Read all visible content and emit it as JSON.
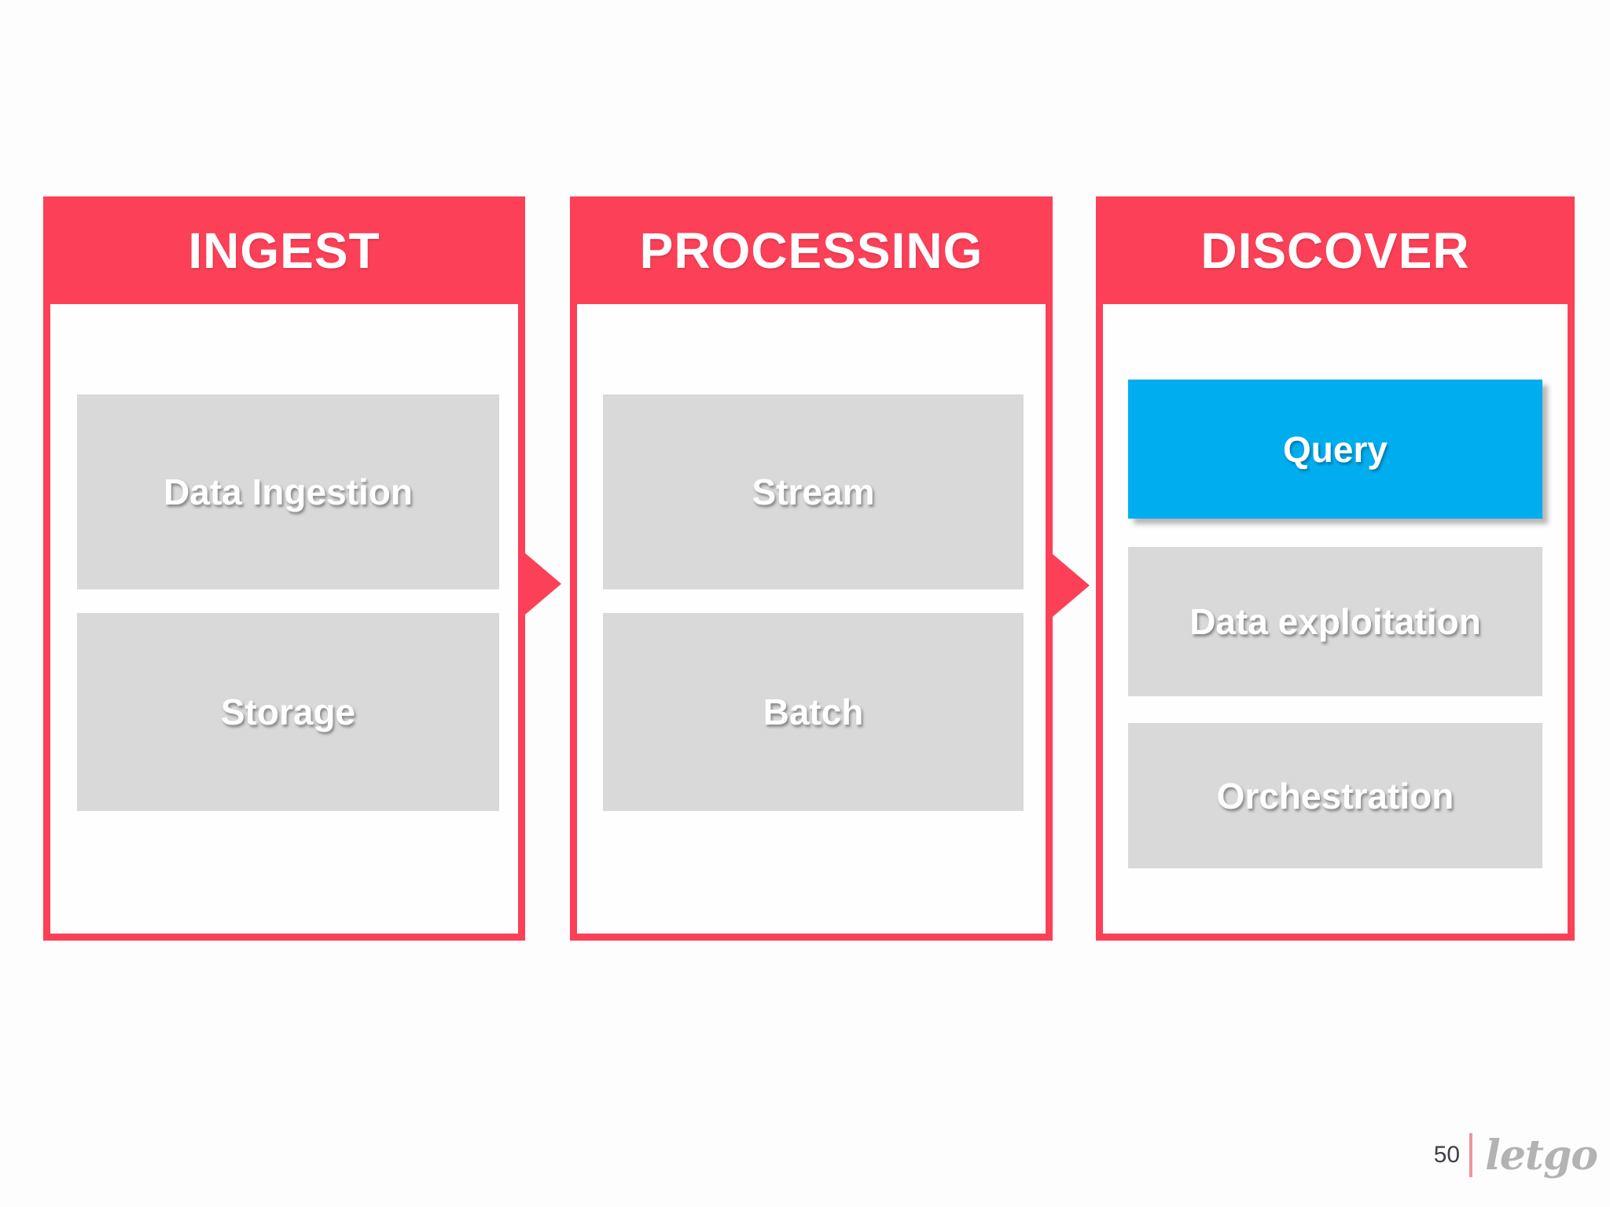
{
  "columns": [
    {
      "title": "INGEST",
      "items": [
        {
          "label": "Data Ingestion"
        },
        {
          "label": "Storage"
        }
      ]
    },
    {
      "title": "PROCESSING",
      "items": [
        {
          "label": "Stream"
        },
        {
          "label": "Batch"
        }
      ]
    },
    {
      "title": "DISCOVER",
      "items": [
        {
          "label": "Query",
          "highlighted": true
        },
        {
          "label": "Data exploitation"
        },
        {
          "label": "Orchestration"
        }
      ]
    }
  ],
  "arrows": [
    {
      "from": "INGEST",
      "to": "PROCESSING"
    },
    {
      "from": "PROCESSING",
      "to": "DISCOVER"
    }
  ],
  "footer": {
    "page_number": "50",
    "brand": "letgo"
  },
  "colors": {
    "accent_red": "#fb4058",
    "highlight_blue": "#00aeef",
    "box_gray": "#d9d9d9"
  }
}
